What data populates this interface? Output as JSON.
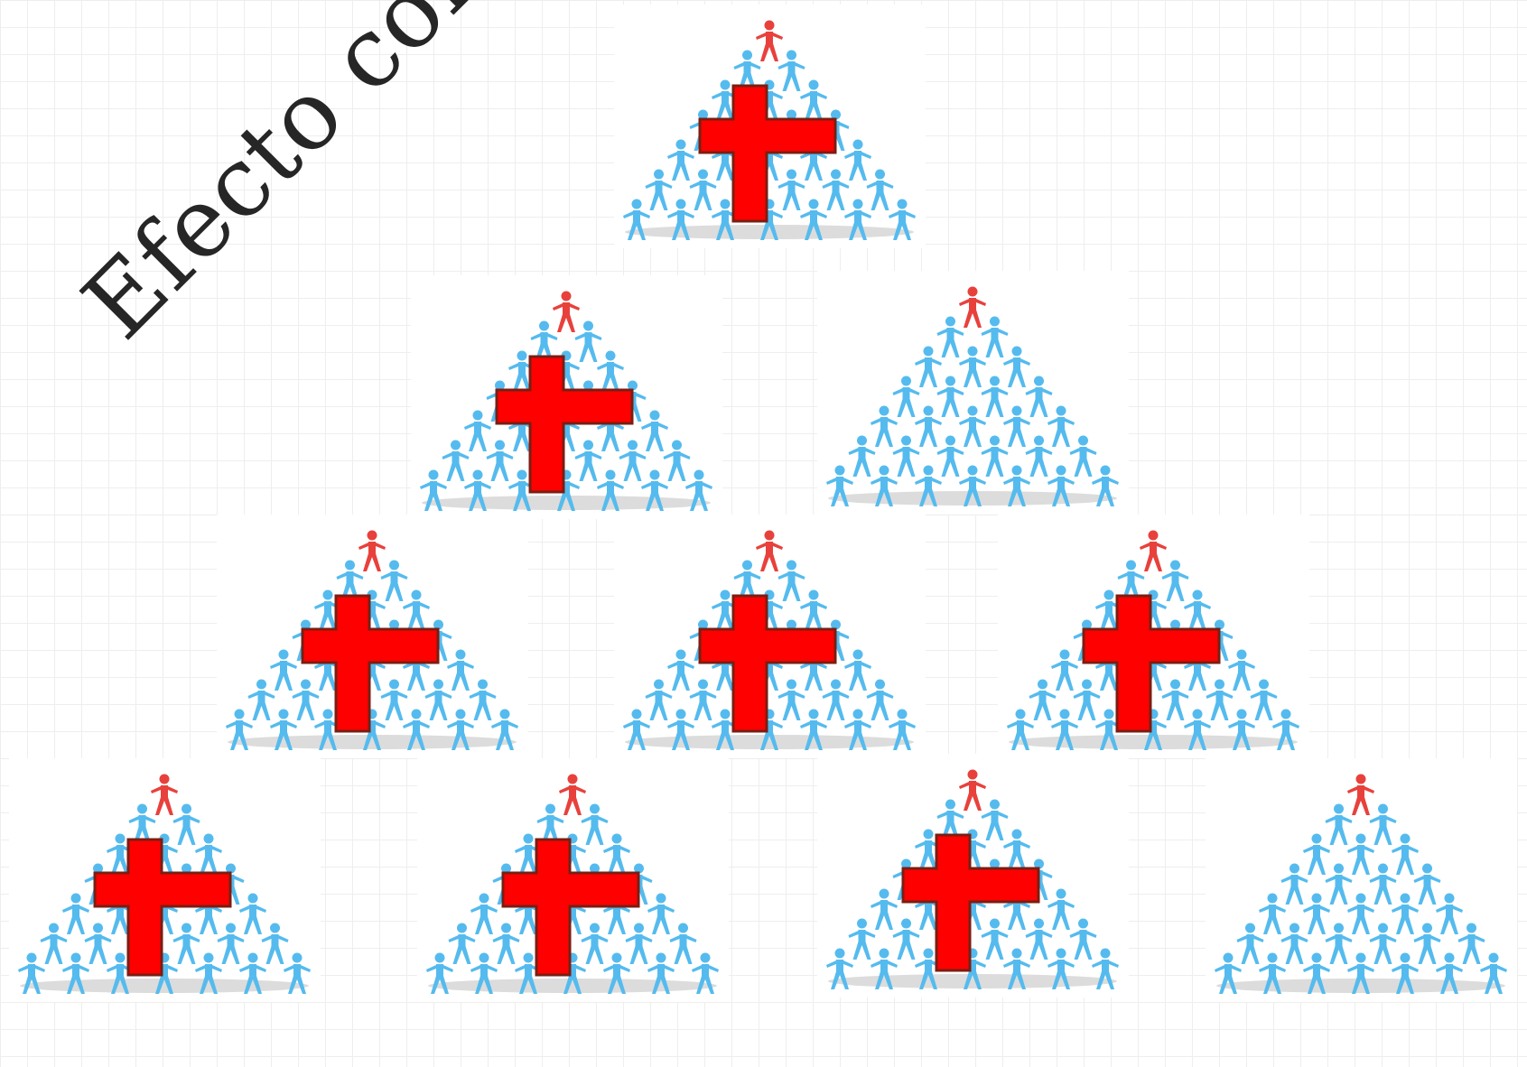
{
  "title": "Efecto contagio",
  "colors": {
    "person": "#55bbee",
    "leader": "#e8413c",
    "cross": "#ff0000",
    "cross_outline": "#7a1e12",
    "shadow": "#dcdcdc"
  },
  "icons": {
    "person": "person-figure-icon",
    "leader": "leader-figure-icon",
    "cross": "red-cross-icon"
  },
  "layout_rows": [
    {
      "row": 1,
      "pyramids": [
        {
          "infected": true
        }
      ]
    },
    {
      "row": 2,
      "pyramids": [
        {
          "infected": true
        },
        {
          "infected": false
        }
      ]
    },
    {
      "row": 3,
      "pyramids": [
        {
          "infected": true
        },
        {
          "infected": true
        },
        {
          "infected": true
        }
      ]
    },
    {
      "row": 4,
      "pyramids": [
        {
          "infected": true
        },
        {
          "infected": true
        },
        {
          "infected": true
        },
        {
          "infected": false
        }
      ]
    }
  ]
}
